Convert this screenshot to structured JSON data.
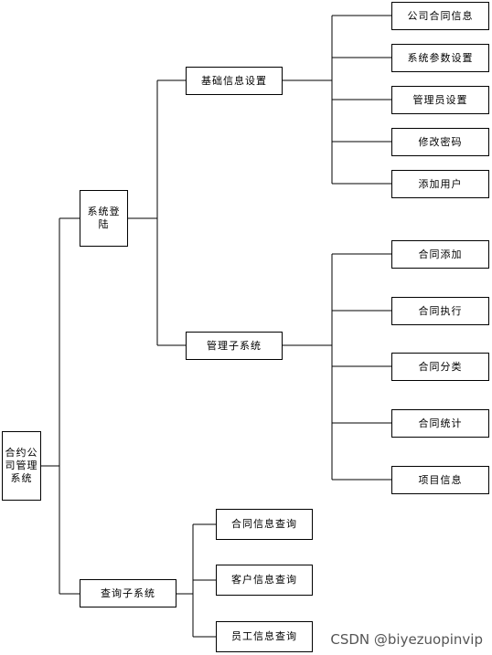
{
  "diagram": {
    "root": "合约公司管理系统",
    "login": "系统登陆",
    "basic": "基础信息设置",
    "manage": "管理子系统",
    "query": "查询子系统",
    "basic_children": [
      "公司合同信息",
      "系统参数设置",
      "管理员设置",
      "修改密码",
      "添加用户"
    ],
    "manage_children": [
      "合同添加",
      "合同执行",
      "合同分类",
      "合同统计",
      "项目信息"
    ],
    "query_children": [
      "合同信息查询",
      "客户信息查询",
      "员工信息查询"
    ]
  },
  "watermark": "CSDN @biyezuopinvip"
}
